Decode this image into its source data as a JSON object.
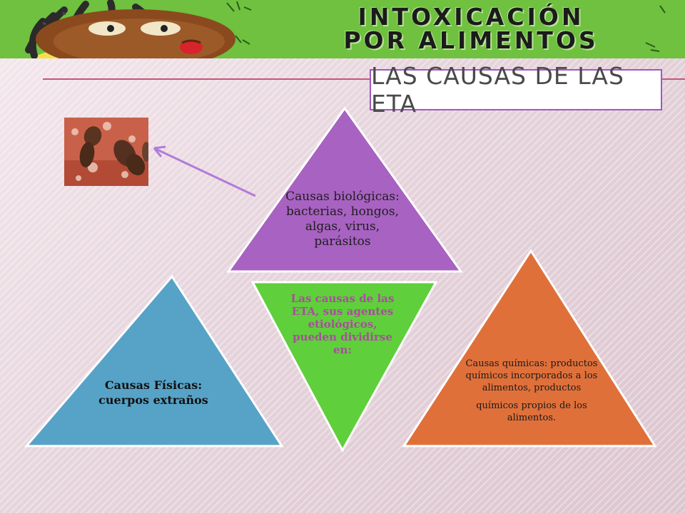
{
  "banner": {
    "title_line1": "INTOXICACIÓN",
    "title_line2": "POR ALIMENTOS"
  },
  "slide": {
    "title": "LAS CAUSAS DE LAS ETA"
  },
  "triangles": {
    "biologicas": "Causas biológicas: bacterias, hongos, algas, virus, parásitos",
    "center": "Las causas de las ETA, sus agentes etiológicos, pueden dividirse en:",
    "fisicas": "Causas Físicas: cuerpos extraños",
    "quimicas_part1": "Causas químicas: productos químicos incorporados a los alimentos, productos",
    "quimicas_part2": "químicos propios de los alimentos."
  },
  "colors": {
    "banner_green": "#6fc13f",
    "purple": "#a862c2",
    "green": "#5fcf3b",
    "blue": "#57a3c7",
    "orange": "#e0703a",
    "title_border": "#a257c2"
  },
  "icons": {
    "banner_character": "cartoon-sick-face",
    "bacteria_image": "bacteria-photo",
    "arrow": "purple-arrow"
  }
}
